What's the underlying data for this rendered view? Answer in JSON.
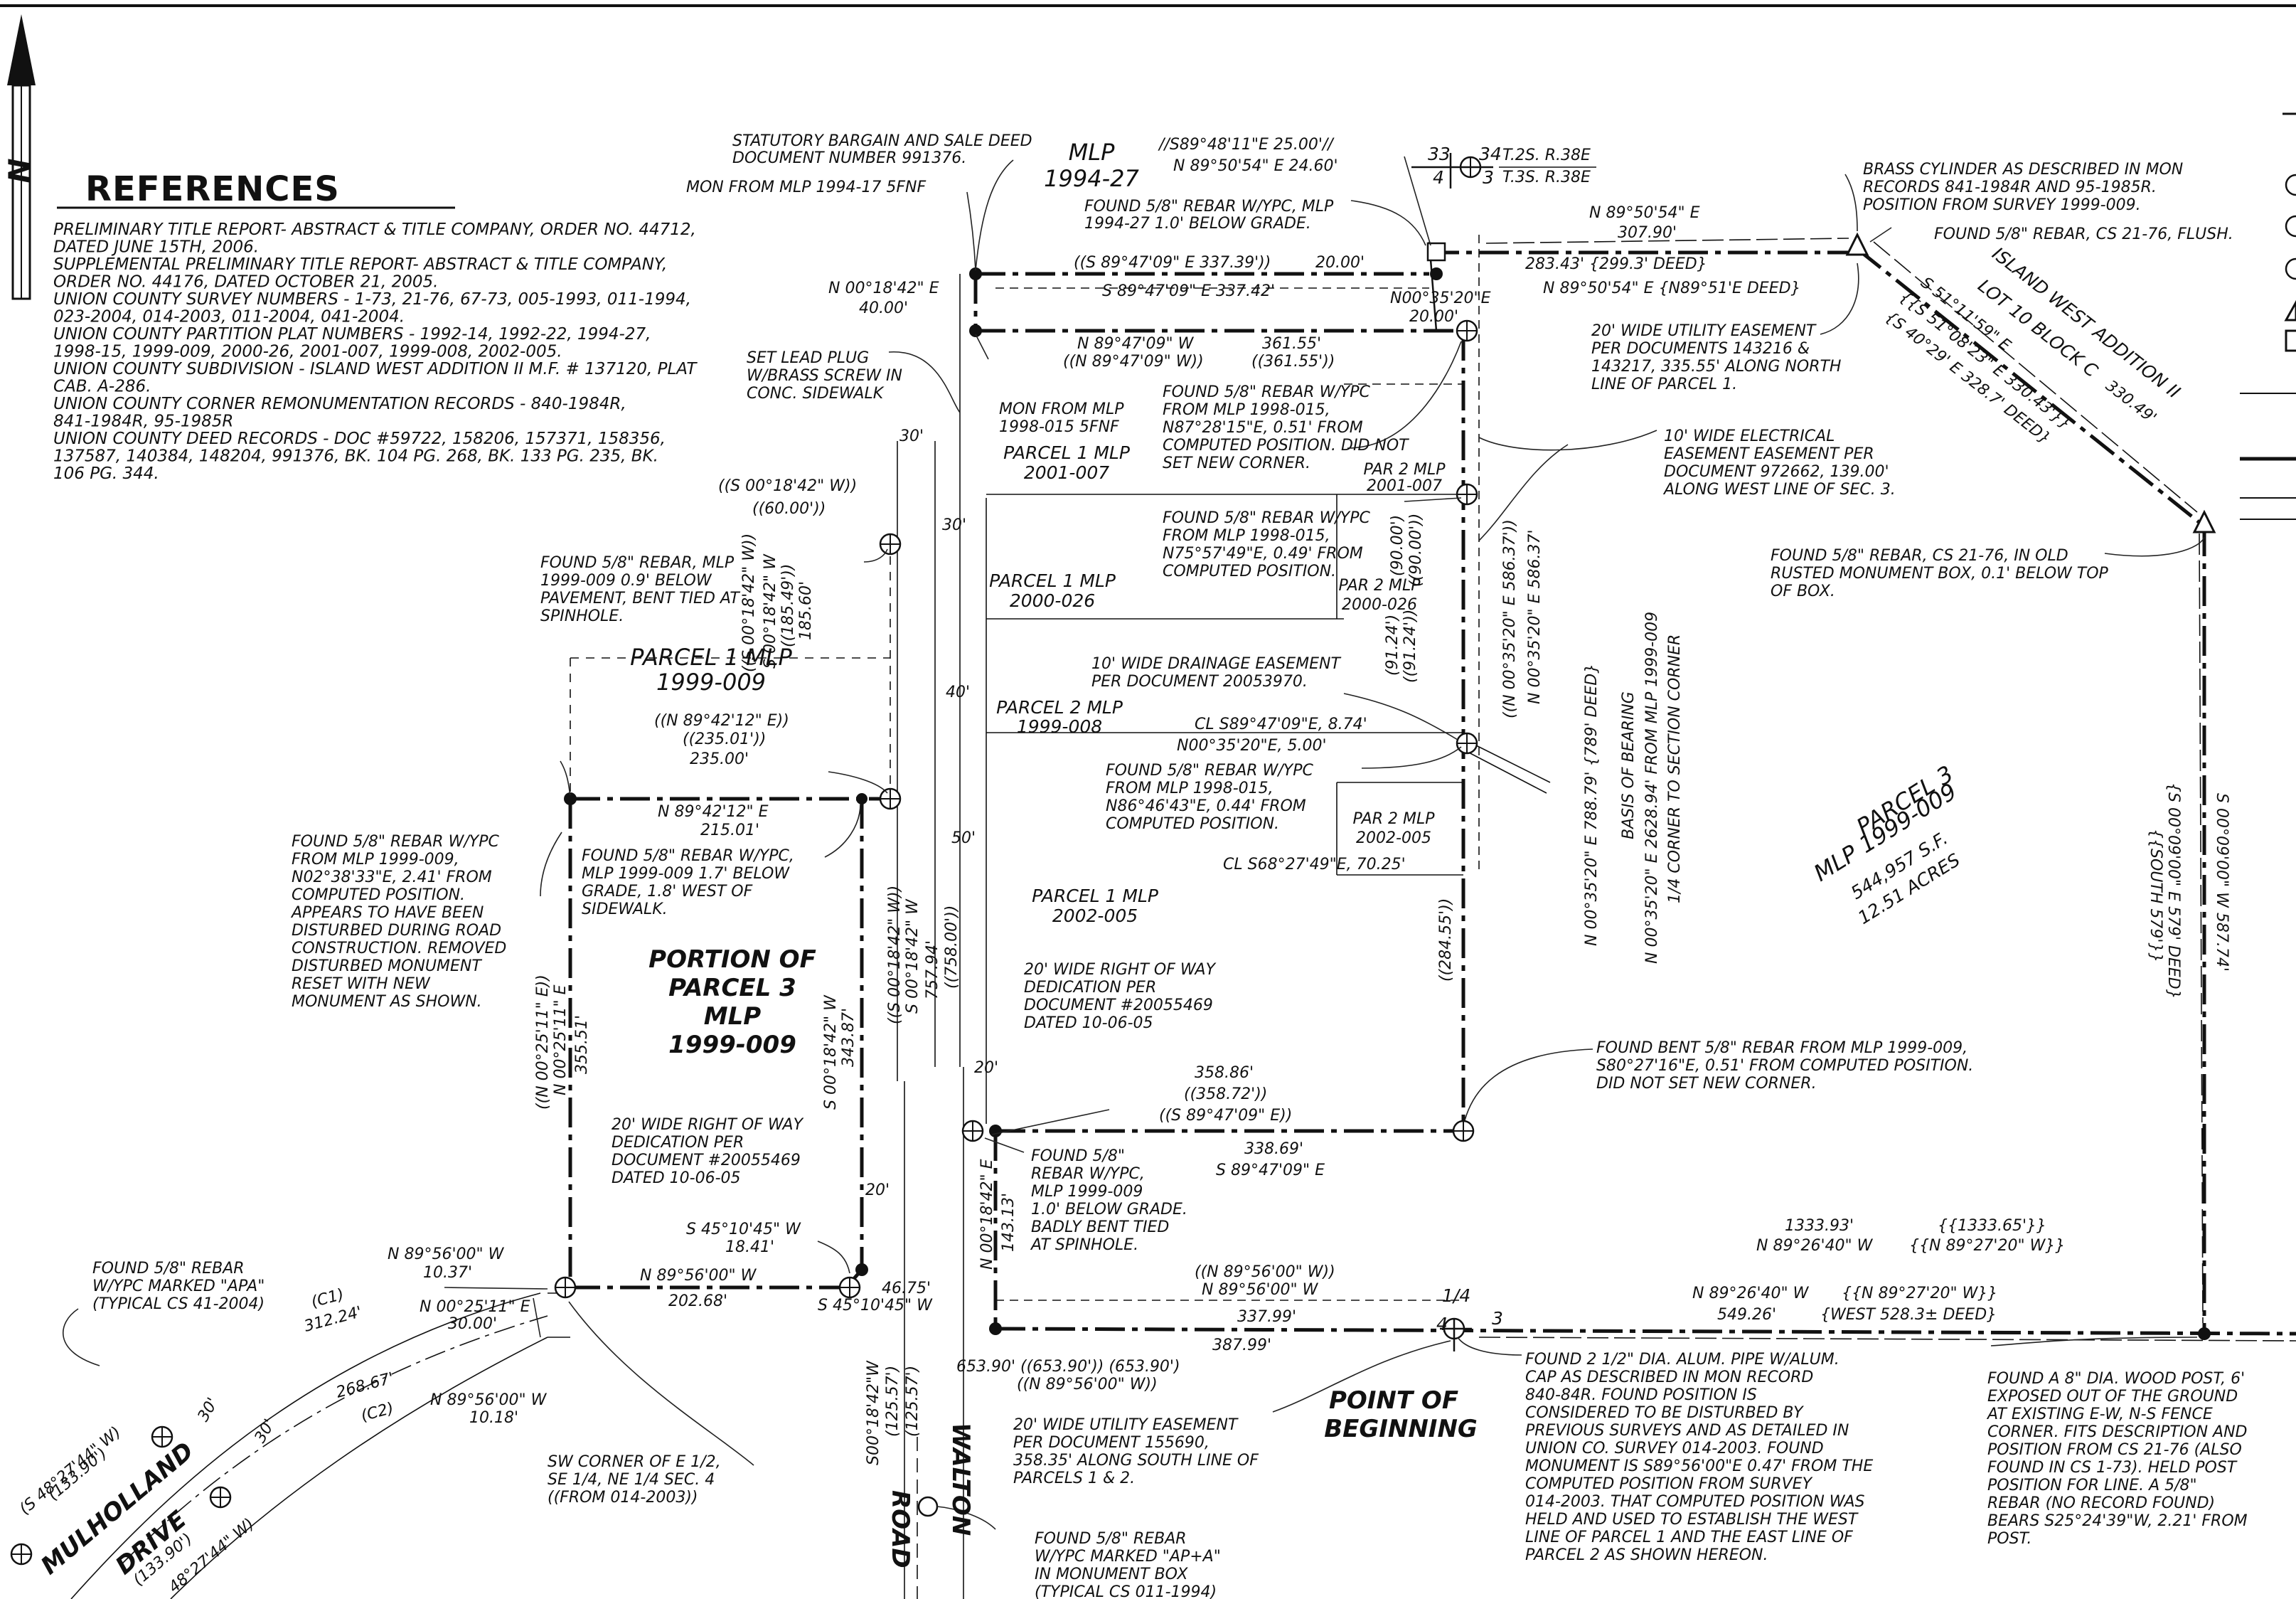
{
  "references": {
    "title": "REFERENCES",
    "lines": [
      "PRELIMINARY TITLE REPORT- ABSTRACT & TITLE COMPANY, ORDER NO. 44712,",
      "DATED JUNE 15TH, 2006.",
      "SUPPLEMENTAL PRELIMINARY TITLE REPORT- ABSTRACT & TITLE COMPANY,",
      "ORDER NO. 44176, DATED OCTOBER 21, 2005.",
      "UNION COUNTY SURVEY NUMBERS - 1-73, 21-76, 67-73, 005-1993, 011-1994,",
      "023-2004, 014-2003, 011-2004, 041-2004.",
      "UNION COUNTY PARTITION PLAT NUMBERS - 1992-14, 1992-22, 1994-27,",
      "1998-15, 1999-009, 2000-26, 2001-007, 1999-008, 2002-005.",
      "UNION COUNTY SUBDIVISION - ISLAND WEST ADDITION II M.F. # 137120, PLAT",
      "CAB. A-286.",
      "UNION COUNTY CORNER REMONUMENTATION RECORDS - 840-1984R,",
      "841-1984R, 95-1985R",
      "UNION COUNTY DEED RECORDS - DOC #59722, 158206, 157371, 158356,",
      "137587, 140384, 148204, 991376, BK. 104 PG. 268, BK. 133 PG. 235, BK.",
      "106 PG. 344."
    ]
  },
  "north_arrow": {
    "letter": "N"
  },
  "areas": {
    "parcel3_name": [
      "PARCEL 3",
      "MLP 1999-009"
    ],
    "parcel3_area": [
      "544,957 S.F.",
      "12.51 ACRES"
    ],
    "portion": [
      "PORTION OF",
      "PARCEL 3",
      "MLP",
      "1999-009"
    ],
    "p1_2001": [
      "PARCEL 1 MLP",
      "2001-007"
    ],
    "p2_2001": [
      "PAR 2 MLP",
      "2001-007"
    ],
    "p1_2000": [
      "PARCEL 1 MLP",
      "2000-026"
    ],
    "p2_2000": [
      "PAR 2 MLP",
      "2000-026"
    ],
    "p2_1999": [
      "PARCEL 2 MLP",
      "1999-008"
    ],
    "p2_2002": [
      "PAR 2 MLP",
      "2002-005"
    ],
    "p1_2002": [
      "PARCEL 1 MLP",
      "2002-005"
    ],
    "p1_1999": [
      "PARCEL 1 MLP",
      "1999-009"
    ],
    "mlp_1994": [
      "MLP",
      "1994-27"
    ],
    "island": [
      "ISLAND WEST ADDITION II",
      "LOT 10 BLOCK C"
    ],
    "pob": [
      "POINT OF",
      "BEGINNING"
    ],
    "walton": "WALTON",
    "road": "ROAD",
    "mulholland": "MULHOLLAND",
    "drive": "DRIVE"
  },
  "township": {
    "a": "33",
    "b": "34",
    "c": "4",
    "d": "3",
    "t1": "T.2S. R.38E",
    "t2": "T.3S. R.38E"
  },
  "corner_labels": {
    "q14": "1/4",
    "q4": "4",
    "q3": "3"
  },
  "bearings": {
    "top_rec": "//S89°48'11\"E 25.00'//",
    "top_meas": "N 89°50'54\" E 24.60'",
    "n1_rec": "((S 89°47'09\" E 337.39'))",
    "n1_seg": "20.00'",
    "n1_meas": "S 89°47'09\" E 337.42'",
    "ne_seg_rec": "283.43' {299.3' DEED}",
    "ne_meas": "N 89°50'54\" E",
    "ne_dist": "307.90'",
    "ne_deed": "N 89°50'54\" E {N89°51'E DEED}",
    "n00_20": "N00°35'20\"E",
    "n00_20d": "20.00'",
    "n00_40a": "N 00°18'42\" E",
    "n00_40b": "40.00'",
    "p2001_s1": "N 89°47'09\" W",
    "p2001_s2": "((N 89°47'09\" W))",
    "p2001_s3": "361.55'",
    "p2001_s4": "((361.55'))",
    "w30": "30'",
    "w30b": "30'",
    "w40": "40'",
    "w50": "50'",
    "w20a": "20'",
    "w20b": "20'",
    "s0018_rec": "((S 00°18'42\" W))",
    "s0018_60": "((60.00'))",
    "p1_n8942_rec": "((N 89°42'12\" E))",
    "p1_235_rec": "((235.01'))",
    "p1_235": "235.00'",
    "p1_s0018_a": "((S 00°18'42\" W))",
    "p1_s0018_b": "S 00°18'42\" W",
    "p1_185_rec": "((185.49'))",
    "p1_185": "185.60'",
    "por_n": "N 89°42'12\" E",
    "por_n_d": "215.01'",
    "por_e": "S 00°18'42\" W",
    "por_e_d": "343.87'",
    "por_w_rec": "((N 00°25'11\" E))",
    "por_w": "N 00°25'11\" E",
    "por_w_d": "355.51'",
    "s45": "S 45°10'45\" W",
    "s45_d": "18.41'",
    "s45b": "S 45°10'45\" W",
    "s45b_d": "46.75'",
    "n8956_a": "N 89°56'00\" W",
    "n8956_a_d": "10.37'",
    "n8956_b": "N 89°56'00\" W",
    "n8956_b_d": "202.68'",
    "n0025": "N 00°25'11\" E",
    "n0025_d": "30.00'",
    "c1": "(C1)",
    "c1_d": "312.24'",
    "c2": "(C2)",
    "c2_d": "268.67'",
    "n8956_c": "N 89°56'00\" W",
    "n8956_c_d": "10.18'",
    "mul_a": "(S 48°27'44\" W)",
    "mul_a_d": "(133.90')",
    "mul_b": "(133.90')",
    "mul_b2": "48°27'44\" W)",
    "mul30a": "30'",
    "mul30b": "30'",
    "walton_rec1": "((S 00°18'42\" W))",
    "walton_meas1": "S 00°18'42\" W",
    "walton_757": "757.94'",
    "walton_758": "((758.00'))",
    "walton_s00": "S00°18'42\"W",
    "walton_125a": "(125.57')",
    "walton_125b": "(125.57')",
    "n0018_143": "N 00°18'42\" E",
    "n0018_143d": "143.13'",
    "n1_358_meas": "358.86'",
    "n1_358_rec": "((358.72'))",
    "n1_358_brg": "((S 89°47'09\" E))",
    "n1_338": "338.69'",
    "n1_338_brg": "S 89°47'09\" E",
    "cl_a": "CL S89°47'09\"E, 8.74'",
    "cl_b": "N00°35'20\"E, 5.00'",
    "cl_c": "CL S68°27'49\"E, 70.25'",
    "e_9124": "(91.24')",
    "e_9124r": "((91.24'))",
    "e_9000": "(90.00')",
    "e_9000r": "((90.00'))",
    "e_586_rec": "((N 00°35'20\" E 586.37'))",
    "e_586": "N 00°35'20\" E 586.37'",
    "e_284": "((284.55'))",
    "e_788": "N 00°35'20\" E 788.79' {789' DEED}",
    "basis_1": "BASIS OF BEARING",
    "basis_2": "N 00°35'20\" E 2628.94' FROM MLP 1999-009",
    "basis_3": "1/4 CORNER TO SECTION CORNER",
    "s_n8956_rec": "((N 89°56'00\" W))",
    "s_n8956": "N 89°56'00\" W",
    "s_337": "337.99'",
    "s_387": "387.99'",
    "s_653": "653.90' ((653.90')) (653.90')",
    "s_653b": "((N 89°56'00\" W))",
    "s_1333": "1333.93'",
    "s_1333d": "{{1333.65'}}",
    "s_n8926": "N 89°26'40\" W",
    "s_n8927": "{{N 89°27'20\" W}}",
    "s_n8926b": "N 89°26'40\" W",
    "s_n8927b": "{{N 89°27'20\" W}}",
    "s_549": "549.26'",
    "s_528": "{WEST 528.3± DEED}",
    "se_s5111": "S 51°11'59\" E",
    "se_s5108": "{{S 51°08'23\" E 330.43'}}",
    "se_s4029": "{S 40°29' E 328.7' DEED}",
    "se_330": "330.49'",
    "e_s0009": "S 00°09'00\" W  587.74'",
    "e_s0009d": "{S 00°09'00\" E  579' DEED}",
    "e_south": "{{SOUTH  579'}}"
  },
  "notes": {
    "statutory": [
      "STATUTORY BARGAIN AND SALE DEED",
      "DOCUMENT NUMBER 991376."
    ],
    "mon_1994": [
      "MON FROM MLP 1994-17 5FNF"
    ],
    "found_1994": [
      "FOUND 5/8\" REBAR W/YPC, MLP",
      "1994-27 1.0' BELOW GRADE."
    ],
    "brass": [
      "BRASS CYLINDER AS DESCRIBED IN MON",
      "RECORDS 841-1984R AND 95-1985R.",
      "POSITION FROM SURVEY 1999-009."
    ],
    "found_cs21": [
      "FOUND 5/8\" REBAR, CS 21-76, FLUSH."
    ],
    "util20": [
      "20' WIDE UTILITY EASEMENT",
      "PER DOCUMENTS 143216 &",
      "143217, 335.55' ALONG NORTH",
      "LINE OF PARCEL 1."
    ],
    "elec10": [
      "10' WIDE ELECTRICAL",
      "EASEMENT EASEMENT PER",
      "DOCUMENT 972662, 139.00'",
      "ALONG WEST LINE OF SEC. 3."
    ],
    "found_box": [
      "FOUND 5/8\" REBAR, CS 21-76, IN OLD",
      "RUSTED MONUMENT BOX, 0.1' BELOW TOP",
      "OF BOX."
    ],
    "lead_plug": [
      "SET LEAD PLUG",
      "W/BRASS SCREW IN",
      "CONC. SIDEWALK"
    ],
    "mon_1998": [
      "MON FROM MLP",
      "1998-015 5FNF"
    ],
    "found_1998a": [
      "FOUND 5/8\" REBAR W/YPC",
      "FROM MLP 1998-015,",
      "N87°28'15\"E, 0.51' FROM",
      "COMPUTED POSITION. DID NOT",
      "SET NEW CORNER."
    ],
    "found_1998b": [
      "FOUND 5/8\" REBAR W/YPC",
      "FROM MLP 1998-015,",
      "N75°57'49\"E, 0.49' FROM",
      "COMPUTED POSITION."
    ],
    "found_1999a": [
      "FOUND 5/8\" REBAR, MLP",
      "1999-009 0.9' BELOW",
      "PAVEMENT, BENT TIED AT",
      "SPINHOLE."
    ],
    "drain10": [
      "10' WIDE DRAINAGE EASEMENT",
      "PER DOCUMENT 20053970."
    ],
    "found_1998c": [
      "FOUND 5/8\" REBAR W/YPC",
      "FROM MLP 1998-015,",
      "N86°46'43\"E, 0.44' FROM",
      "COMPUTED POSITION."
    ],
    "found_disturbed": [
      "FOUND 5/8\" REBAR W/YPC",
      "FROM MLP 1999-009,",
      "N02°38'33\"E, 2.41' FROM",
      "COMPUTED POSITION.",
      "APPEARS TO HAVE BEEN",
      "DISTURBED DURING ROAD",
      "CONSTRUCTION. REMOVED",
      "DISTURBED MONUMENT",
      "RESET WITH NEW",
      "MONUMENT AS SHOWN."
    ],
    "found_1999b": [
      "FOUND 5/8\" REBAR W/YPC,",
      "MLP 1999-009 1.7' BELOW",
      "GRADE, 1.8' WEST OF",
      "SIDEWALK."
    ],
    "row20a": [
      "20' WIDE RIGHT OF WAY",
      "DEDICATION PER",
      "DOCUMENT #20055469",
      "DATED 10-06-05"
    ],
    "row20b": [
      "20' WIDE RIGHT OF WAY",
      "DEDICATION PER",
      "DOCUMENT #20055469",
      "DATED 10-06-05"
    ],
    "found_1999c": [
      "FOUND 5/8\"",
      "REBAR W/YPC,",
      "MLP 1999-009",
      "1.0' BELOW GRADE.",
      "BADLY BENT TIED",
      "AT SPINHOLE."
    ],
    "found_bent": [
      "FOUND BENT 5/8\" REBAR FROM MLP 1999-009,",
      "S80°27'16\"E, 0.51' FROM COMPUTED POSITION.",
      "DID NOT SET NEW CORNER."
    ],
    "found_apa": [
      "FOUND 5/8\" REBAR",
      "W/YPC MARKED \"APA\"",
      "(TYPICAL CS 41-2004)"
    ],
    "sw_corner": [
      "SW CORNER OF E 1/2,",
      "SE 1/4, NE 1/4 SEC. 4",
      "((FROM 014-2003))"
    ],
    "util20b": [
      "20' WIDE UTILITY EASEMENT",
      "PER DOCUMENT 155690,",
      "358.35' ALONG SOUTH LINE OF",
      "PARCELS 1 & 2."
    ],
    "found_apa2": [
      "FOUND 5/8\" REBAR",
      "W/YPC MARKED \"AP+A\"",
      "IN MONUMENT BOX",
      "(TYPICAL CS 011-1994)"
    ],
    "found_alum": [
      "FOUND 2 1/2\" DIA. ALUM. PIPE W/ALUM.",
      "CAP AS DESCRIBED IN MON RECORD",
      "840-84R. FOUND POSITION IS",
      "CONSIDERED TO BE DISTURBED BY",
      "PREVIOUS SURVEYS AND AS DETAILED IN",
      "UNION CO. SURVEY 014-2003. FOUND",
      "MONUMENT IS S89°56'00\"E 0.47' FROM THE",
      "COMPUTED POSITION FROM SURVEY",
      "014-2003. THAT COMPUTED POSITION WAS",
      "HELD AND USED TO ESTABLISH THE WEST",
      "LINE OF PARCEL 1 AND THE EAST LINE OF",
      "PARCEL 2 AS SHOWN HEREON."
    ],
    "wood_post": [
      "FOUND A 8\" DIA. WOOD POST, 6'",
      "EXPOSED OUT OF THE GROUND",
      "AT EXISTING E-W, N-S FENCE",
      "CORNER. FITS DESCRIPTION AND",
      "POSITION FROM CS 21-76 (ALSO",
      "FOUND IN CS 1-73). HELD POST",
      "POSITION FOR LINE. A 5/8\"",
      "REBAR (NO RECORD FOUND)",
      "BEARS S25°24'39\"W, 2.21' FROM",
      "POST."
    ]
  }
}
